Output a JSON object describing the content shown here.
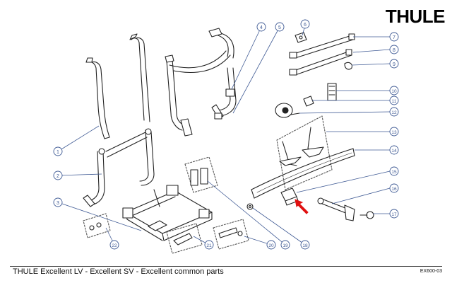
{
  "brand": {
    "logo_text": "THULE"
  },
  "caption": "THULE Excellent LV - Excellent SV - Excellent common parts",
  "drawing_code": "EX600-03",
  "callouts": [
    "1",
    "2",
    "3",
    "4",
    "5",
    "6",
    "7",
    "8",
    "9",
    "10",
    "11",
    "12",
    "13",
    "14",
    "15",
    "16",
    "17",
    "18",
    "19",
    "20",
    "21",
    "22"
  ],
  "colors": {
    "line": "#3f5a94",
    "ink": "#222222",
    "arrow": "#e01010"
  }
}
